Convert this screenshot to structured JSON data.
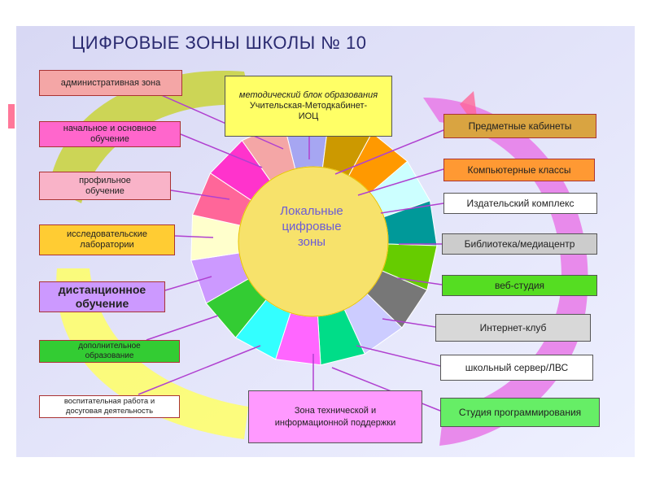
{
  "title": "ЦИФРОВЫЕ ЗОНЫ ШКОЛЫ № 10",
  "center": {
    "line1": "Локальные",
    "line2": "цифровые",
    "line3": "зоны"
  },
  "boxes": {
    "admin": "административная зона",
    "method_line1": "методический блок образования",
    "method_line2": "Учительская-Методкабинет-",
    "method_line3": "ИОЦ",
    "primary_line1": "начальное и основное",
    "primary_line2": "обучение",
    "profile_line1": "профильное",
    "profile_line2": "обучение",
    "labs_line1": "исследовательские",
    "labs_line2": "лаборатории",
    "distance_line1": "дистанционное",
    "distance_line2": "обучение",
    "additional_line1": "дополнительное",
    "additional_line2": "образование",
    "upbringing_line1": "воспитательная работа и",
    "upbringing_line2": "досуговая деятельность",
    "tech_line1": "Зона технической и",
    "tech_line2": "информационной поддержки",
    "subjects": "Предметные кабинеты",
    "computers": "Компьютерные классы",
    "publishing": "Издательский комплекс",
    "library": "Библиотека/медиацентр",
    "web": "веб-студия",
    "internet": "Интернет-клуб",
    "server": "школьный сервер/ЛВС",
    "programming": "Студия программирования"
  },
  "colors": {
    "title": "#2a2a70",
    "center_fill": "#f7e26b",
    "admin": "#f4a6a6",
    "method": "#ffff66",
    "primary": "#ff66cc",
    "profile": "#f9b3c8",
    "labs": "#ffcc33",
    "distance": "#cc99ff",
    "additional": "#33cc33",
    "upbringing": "#ffffff",
    "tech": "#ff99ff",
    "subjects": "#d9a441",
    "computers": "#ff9933",
    "publishing": "#ffffff",
    "library": "#cccccc",
    "web": "#55dd22",
    "internet": "#d8d8d8",
    "server": "#ffffff",
    "programming": "#66ee66"
  },
  "wheel_colors": [
    "#a6a6f2",
    "#cc9900",
    "#ff9900",
    "#ccffff",
    "#009999",
    "#66cc00",
    "#777777",
    "#ccccff",
    "#00dd88",
    "#ff66ff",
    "#33ffff",
    "#33cc33",
    "#cc99ff",
    "#ffffcc",
    "#ff6699",
    "#ff33cc",
    "#f4a6a6"
  ]
}
